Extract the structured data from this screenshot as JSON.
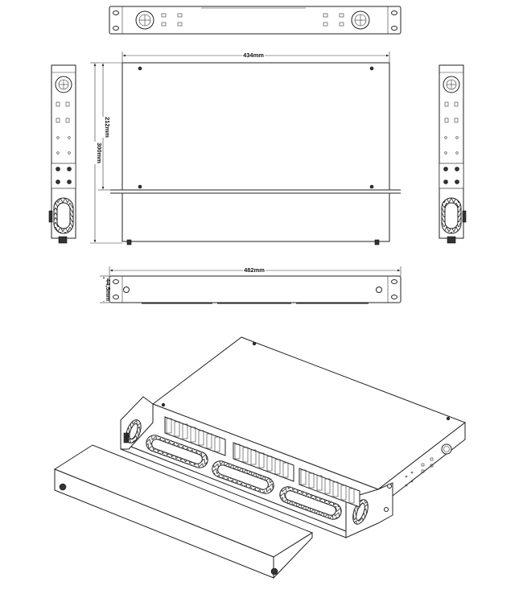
{
  "dimensions": {
    "depth_inner": "212mm",
    "depth_total": "300mm",
    "width_inner": "434mm",
    "width_total": "482mm",
    "height": "44,5mm"
  },
  "colors": {
    "line": "#222222",
    "background": "#ffffff"
  }
}
